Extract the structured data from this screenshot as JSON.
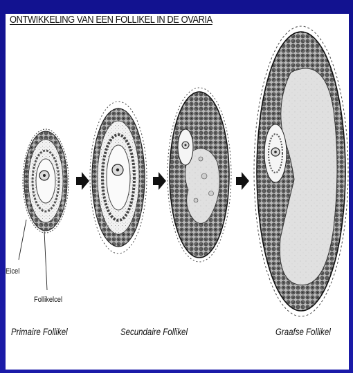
{
  "title": "ONTWIKKELING VAN EEN FOLLIKEL IN DE OVARIA",
  "labels": {
    "egg_cell": "Eicel",
    "follicle_cell": "Follikelcel"
  },
  "stages": [
    {
      "name": "Primaire Follikel"
    },
    {
      "name": "Secundaire Follikel"
    },
    {
      "name": "Graafse Follikel"
    }
  ],
  "colors": {
    "background": "#14149a",
    "panel": "#ffffff",
    "ink": "#111111"
  }
}
